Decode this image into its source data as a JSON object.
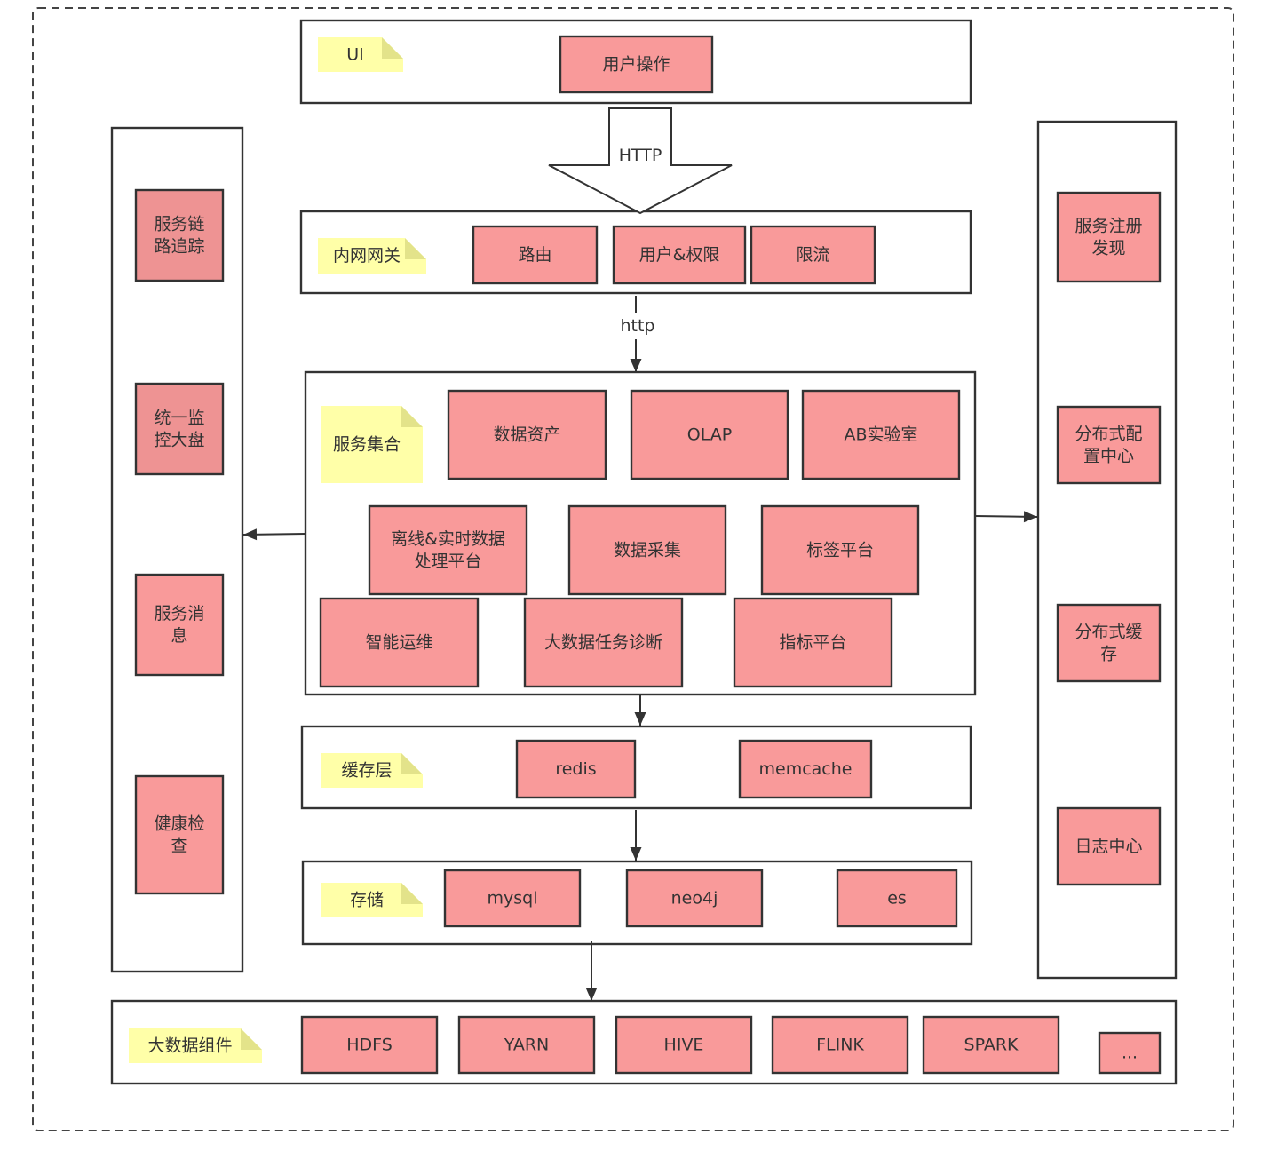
{
  "colors": {
    "box_fill": "#f99a9a",
    "box_fill_dark": "#ee9393",
    "note_fill": "#ffffa8",
    "note_fold": "#e3e38a",
    "stroke": "#333333",
    "text": "#333333"
  },
  "icons": {
    "note": "sticky-note-icon"
  },
  "layers": {
    "ui": {
      "label": "UI",
      "items": [
        "用户操作"
      ]
    },
    "gateway": {
      "label": "内网网关",
      "items": [
        "路由",
        "用户&权限",
        "限流"
      ]
    },
    "services": {
      "label": "服务集合",
      "items": [
        "数据资产",
        "OLAP",
        "AB实验室",
        "离线&实时数据处理平台",
        "数据采集",
        "标签平台",
        "智能运维",
        "大数据任务诊断",
        "指标平台"
      ]
    },
    "cache": {
      "label": "缓存层",
      "items": [
        "redis",
        "memcache"
      ]
    },
    "storage": {
      "label": "存储",
      "items": [
        "mysql",
        "neo4j",
        "es"
      ]
    },
    "bigdata": {
      "label": "大数据组件",
      "items": [
        "HDFS",
        "YARN",
        "HIVE",
        "FLINK",
        "SPARK",
        "..."
      ]
    }
  },
  "left_panel": {
    "items": [
      "服务链路追踪",
      "统一监控大盘",
      "服务消息",
      "健康检查"
    ]
  },
  "right_panel": {
    "items": [
      "服务注册发现",
      "分布式配置中心",
      "分布式缓存",
      "日志中心"
    ]
  },
  "connectors": {
    "ui_to_gateway": "HTTP",
    "gateway_to_services": "http"
  }
}
